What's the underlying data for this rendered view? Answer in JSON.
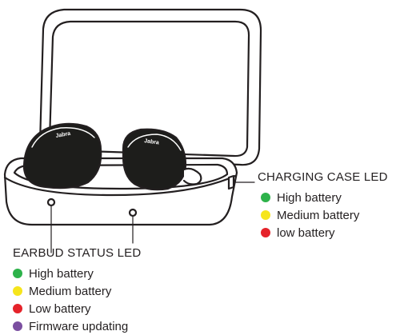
{
  "earbud_logo": "Jabra",
  "charging_case": {
    "title": "CHARGING CASE LED",
    "items": [
      {
        "label": "High battery",
        "color": "#2db24a"
      },
      {
        "label": "Medium battery",
        "color": "#f6e51c"
      },
      {
        "label": "low battery",
        "color": "#e5232a"
      }
    ]
  },
  "earbud_status": {
    "title": "EARBUD STATUS LED",
    "items": [
      {
        "label": "High battery",
        "color": "#2db24a"
      },
      {
        "label": "Medium battery",
        "color": "#f6e51c"
      },
      {
        "label": "Low battery",
        "color": "#e5232a"
      },
      {
        "label": "Firmware updating",
        "color": "#7b4fa0"
      }
    ]
  }
}
